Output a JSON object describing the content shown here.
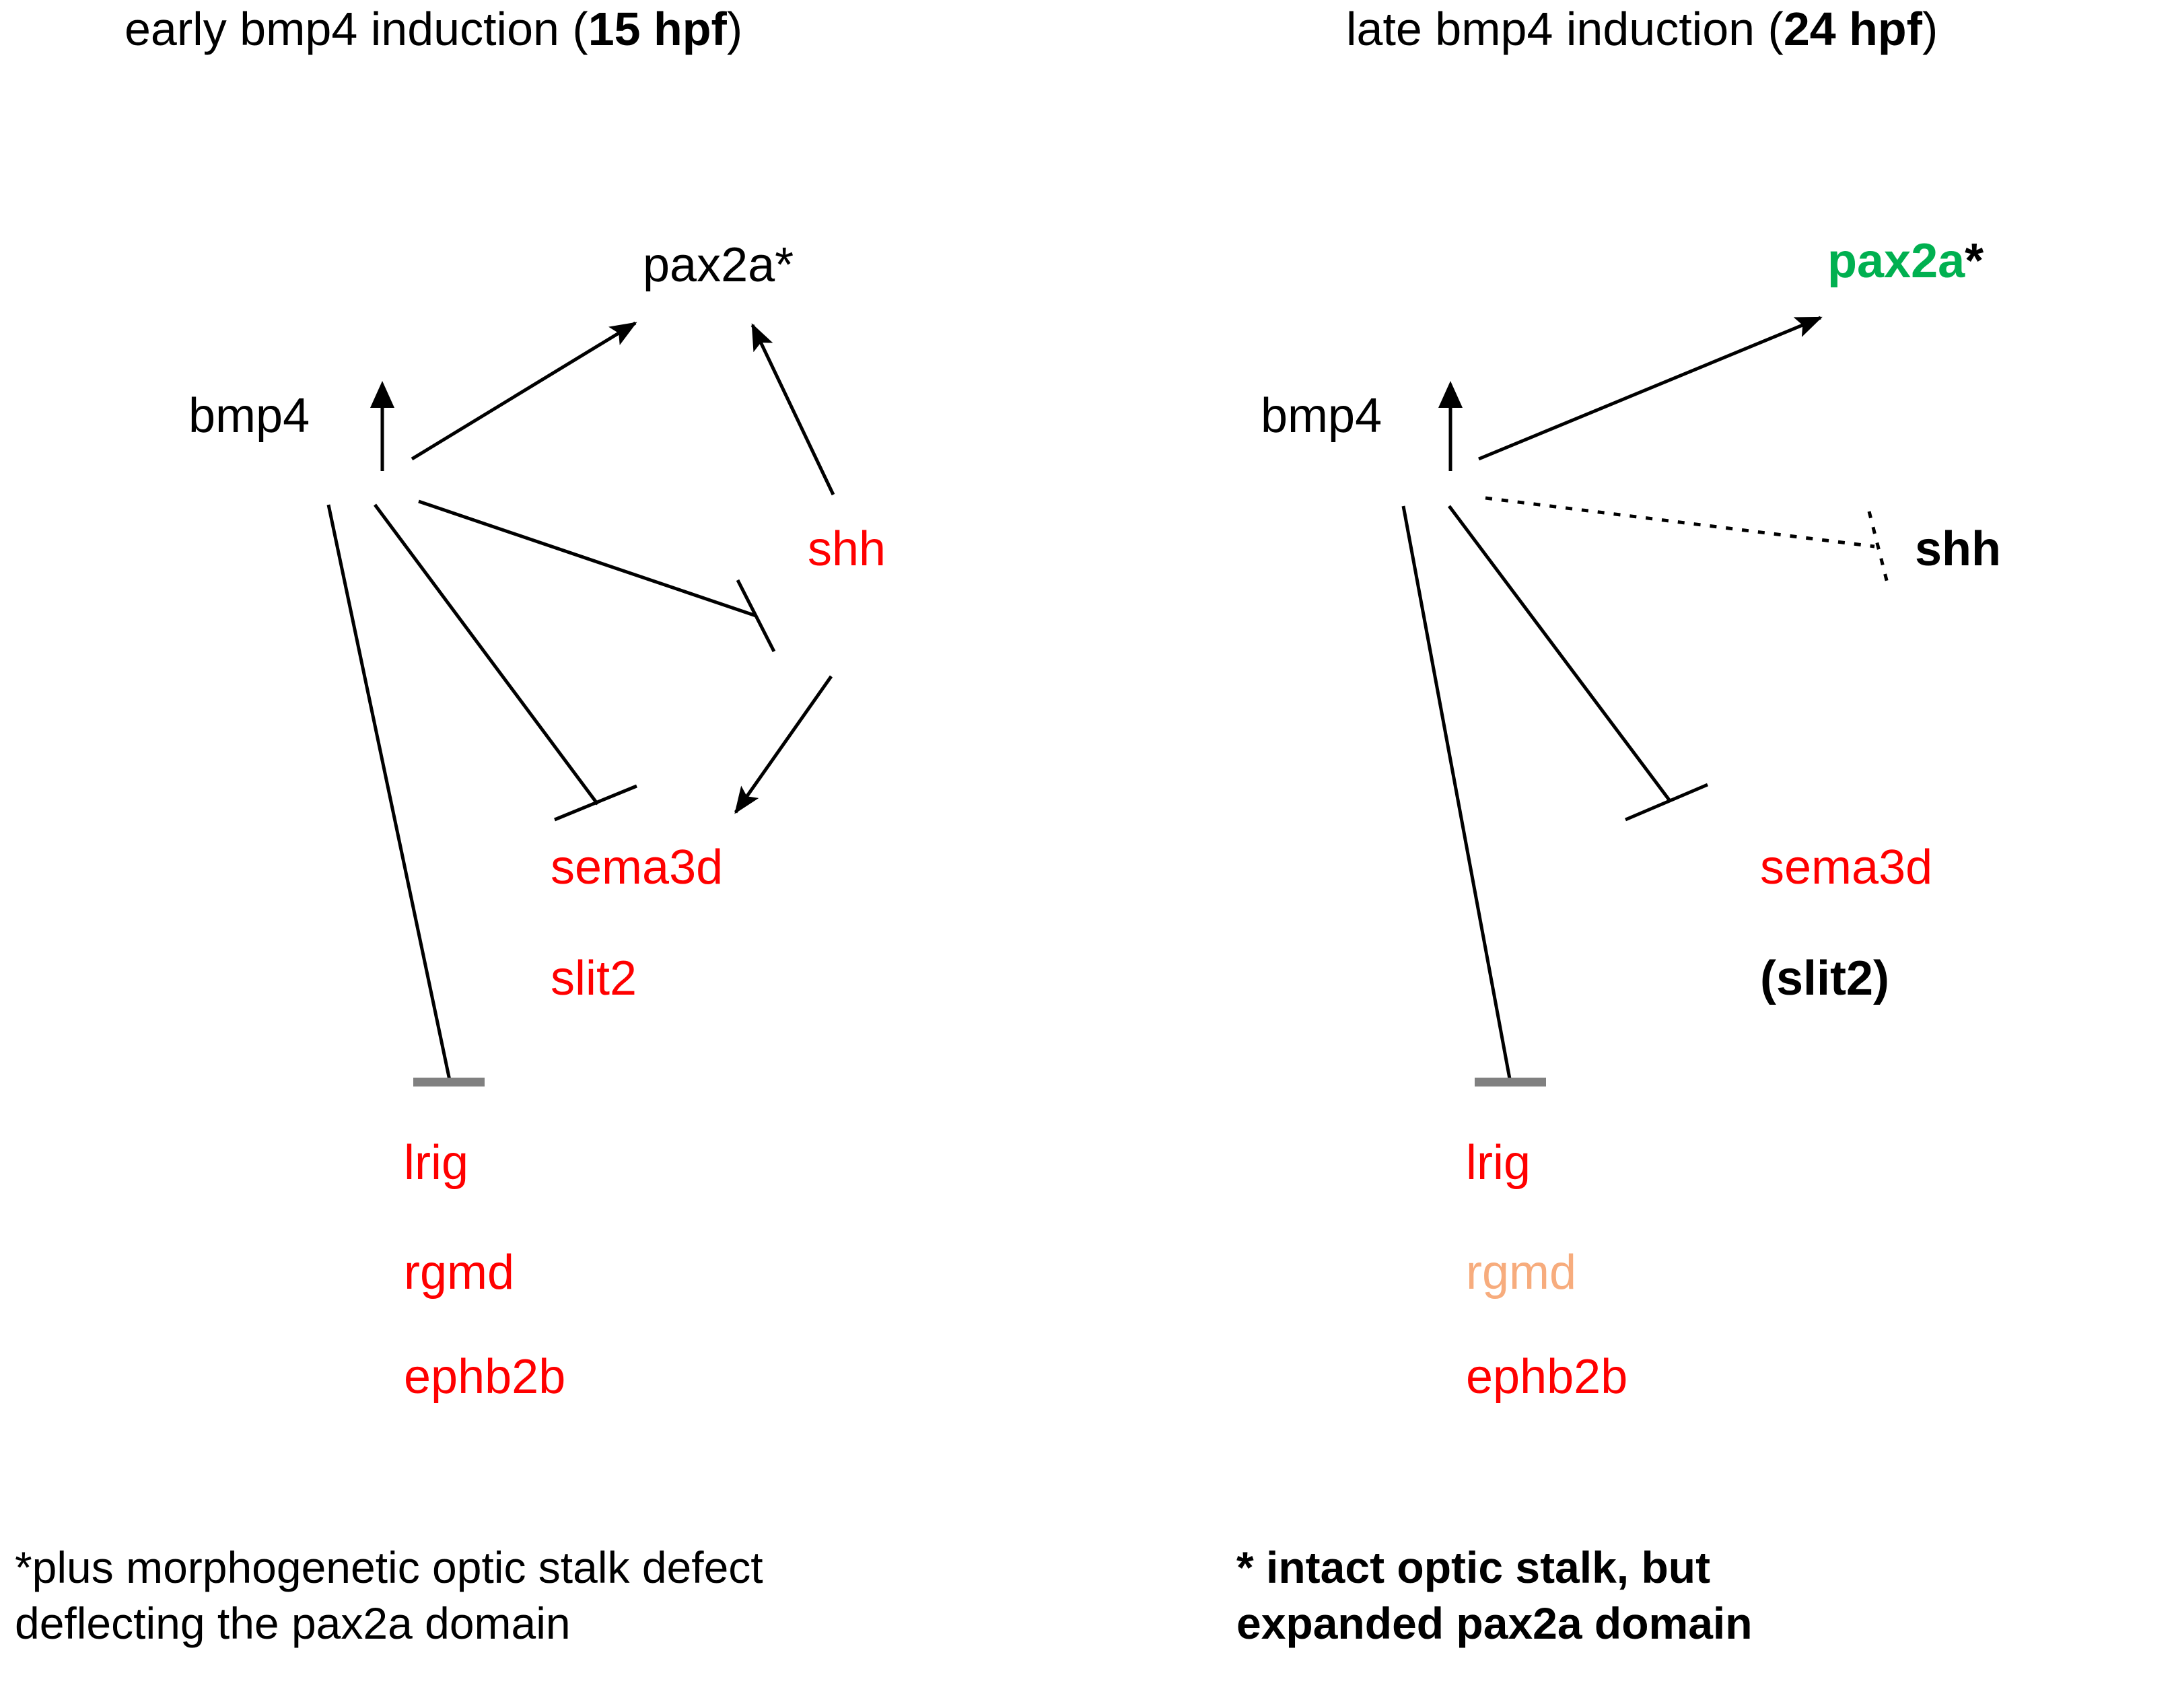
{
  "figure": {
    "background": "#ffffff",
    "colors": {
      "red": "#FF0000",
      "green": "#00B050",
      "peach": "#F7AC7D",
      "black": "#000000",
      "gray": "#808080"
    }
  },
  "panels": {
    "left": {
      "title_prefix": "early bmp4 induction (",
      "title_emphasis": "15 hpf",
      "title_suffix": ")",
      "nodes": {
        "bmp4": "bmp4",
        "bmp4_arrow": "up-arrow",
        "pax2a": "pax2a*",
        "shh": "shh",
        "sema3d": "sema3d",
        "slit2": "slit2",
        "lrig": "lrig",
        "rgmd": "rgmd",
        "ephb2b": "ephb2b"
      },
      "edges": [
        {
          "from": "bmp4",
          "to": "pax2a",
          "type": "activation",
          "style": "solid"
        },
        {
          "from": "bmp4",
          "to": "shh",
          "type": "inhibition",
          "style": "solid"
        },
        {
          "from": "shh",
          "to": "pax2a",
          "type": "activation",
          "style": "solid"
        },
        {
          "from": "shh",
          "to": "sema3d",
          "type": "activation",
          "style": "solid"
        },
        {
          "from": "bmp4",
          "to": "sema3d",
          "type": "inhibition",
          "style": "solid"
        },
        {
          "from": "bmp4",
          "to": "lrig",
          "type": "inhibition",
          "style": "solid"
        }
      ],
      "footnote": "*plus morphogenetic optic stalk defect\ndeflecting the pax2a domain"
    },
    "right": {
      "title_prefix": "late bmp4 induction (",
      "title_emphasis": "24 hpf",
      "title_suffix": ")",
      "nodes": {
        "bmp4": "bmp4",
        "bmp4_arrow": "up-arrow",
        "pax2a": "pax2a",
        "pax2a_star": "*",
        "shh": "shh",
        "sema3d": "sema3d",
        "slit2": "(slit2)",
        "lrig": "lrig",
        "rgmd": "rgmd",
        "ephb2b": "ephb2b"
      },
      "edges": [
        {
          "from": "bmp4",
          "to": "pax2a",
          "type": "activation",
          "style": "solid"
        },
        {
          "from": "bmp4",
          "to": "shh",
          "type": "inhibition",
          "style": "dashed"
        },
        {
          "from": "bmp4",
          "to": "sema3d",
          "type": "inhibition",
          "style": "solid"
        },
        {
          "from": "bmp4",
          "to": "lrig",
          "type": "inhibition",
          "style": "solid"
        }
      ],
      "footnote": "* intact optic stalk, but\nexpanded pax2a domain"
    }
  }
}
